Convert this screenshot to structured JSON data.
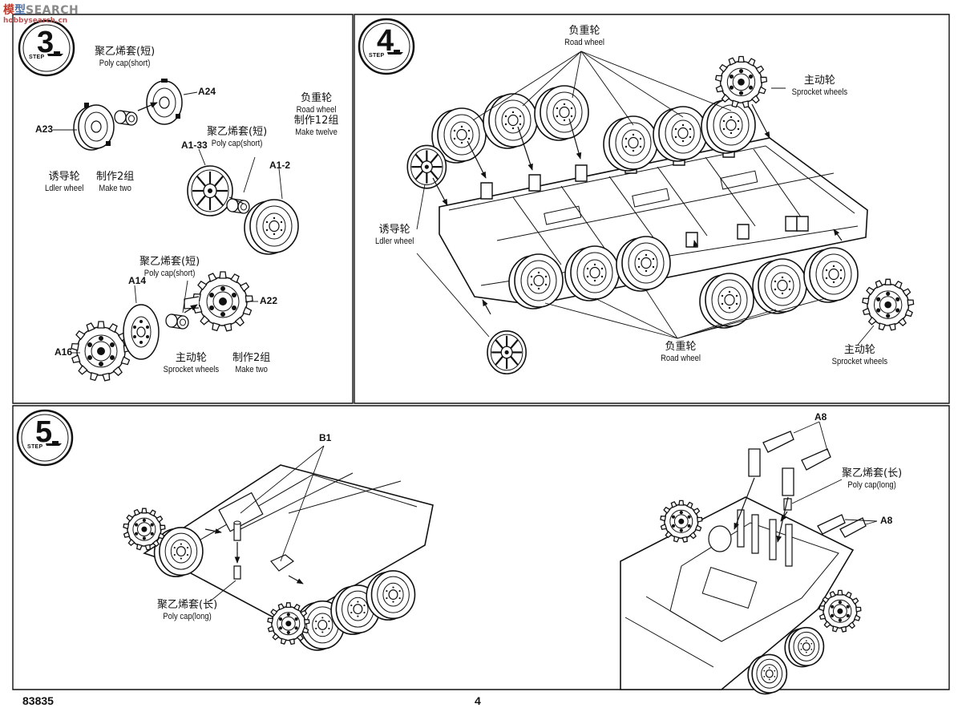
{
  "watermark": {
    "part1": "模",
    "part2": "型",
    "part3": "SEARCH",
    "sub": "hobbysearch.cn"
  },
  "steps": [
    {
      "number": "3",
      "label": "STEP"
    },
    {
      "number": "4",
      "label": "STEP"
    },
    {
      "number": "5",
      "label": "STEP"
    }
  ],
  "step3": {
    "poly_cap_short_1": {
      "zh": "聚乙烯套(短)",
      "en": "Poly cap(short)"
    },
    "poly_cap_short_2": {
      "zh": "聚乙烯套(短)",
      "en": "Poly cap(short)"
    },
    "poly_cap_short_3": {
      "zh": "聚乙烯套(短)",
      "en": "Poly cap(short)"
    },
    "road_wheel": {
      "zh": "负重轮",
      "en": "Road wheel"
    },
    "make_twelve": {
      "zh": "制作12组",
      "en": "Make twelve"
    },
    "idler_wheel": {
      "zh": "诱导轮",
      "en": "Ldler wheel"
    },
    "make_two_1": {
      "zh": "制作2组",
      "en": "Make two"
    },
    "sprocket_wheels": {
      "zh": "主动轮",
      "en": "Sprocket wheels"
    },
    "make_two_2": {
      "zh": "制作2组",
      "en": "Make two"
    },
    "parts": {
      "a24": "A24",
      "a23": "A23",
      "a1_33": "A1-33",
      "a1_2": "A1-2",
      "a14": "A14",
      "a22": "A22",
      "a16": "A16"
    }
  },
  "step4": {
    "road_wheel_top": {
      "zh": "负重轮",
      "en": "Road wheel"
    },
    "sprocket_top": {
      "zh": "主动轮",
      "en": "Sprocket wheels"
    },
    "idler": {
      "zh": "诱导轮",
      "en": "Ldler wheel"
    },
    "road_wheel_bottom": {
      "zh": "负重轮",
      "en": "Road wheel"
    },
    "sprocket_bottom": {
      "zh": "主动轮",
      "en": "Sprocket wheels"
    }
  },
  "step5": {
    "b1": "B1",
    "poly_cap_long_left": {
      "zh": "聚乙烯套(长)",
      "en": "Poly cap(long)"
    },
    "a8_top": "A8",
    "poly_cap_long_right": {
      "zh": "聚乙烯套(长)",
      "en": "Poly cap(long)"
    },
    "a8_right": "A8"
  },
  "footer": {
    "catalog_number": "83835",
    "page_number": "4"
  }
}
